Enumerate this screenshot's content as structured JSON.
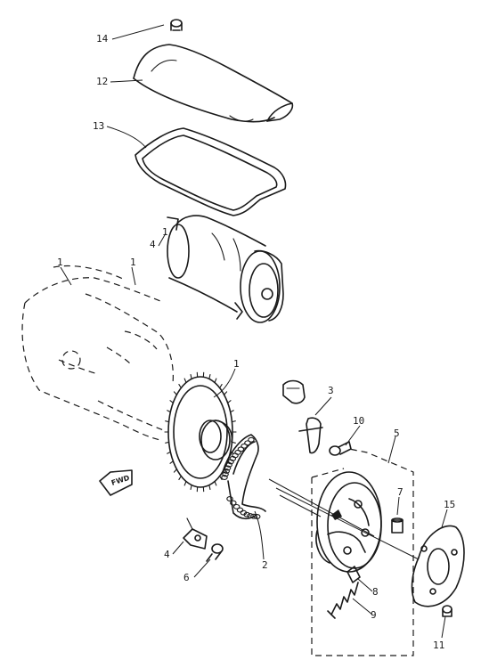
{
  "callouts": {
    "c1a": "1",
    "c1b": "1",
    "c1c": "1",
    "c2": "2",
    "c3": "3",
    "c4": "4",
    "c4b": "4",
    "c5": "5",
    "c6": "6",
    "c7": "7",
    "c8": "8",
    "c9": "9",
    "c10": "10",
    "c11": "11",
    "c12": "12",
    "c13": "13",
    "c14": "14",
    "c15": "15"
  },
  "fwd_arrow_text": "FWD"
}
